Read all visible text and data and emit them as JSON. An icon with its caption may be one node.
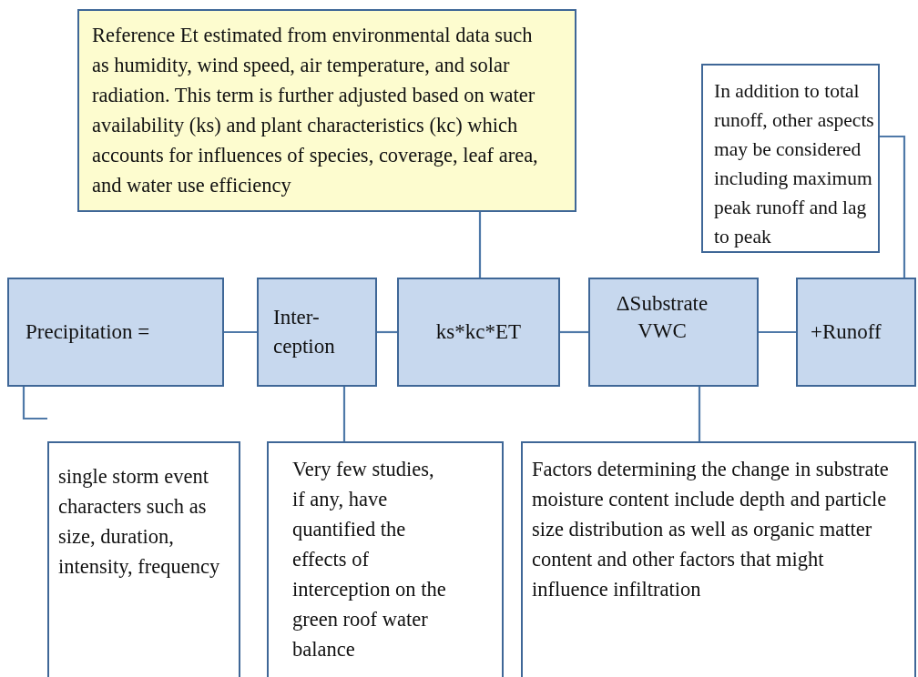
{
  "diagram": {
    "nodes": [
      {
        "text": [
          "Reference Et estimated from environmental data such as humidity, wind speed, air temperature, and solar radiation. This term is further adjusted based on water availability (ks) and plant characteristics (kc) which accounts for influences of species, coverage, leaf area, and water use efficiency"
        ]
      },
      {
        "text": [
          "In addition to total runoff, other aspects may be considered including maximum peak runoff and lag to peak"
        ]
      },
      {
        "text": [
          "Precipitation ="
        ]
      },
      {
        "text": [
          "Inter- ception"
        ]
      },
      {
        "text": [
          "ks*kc*ET"
        ]
      },
      {
        "text": [
          "ΔSubstrate VWC"
        ]
      },
      {
        "text": [
          "+Runoff"
        ]
      },
      {
        "text": [
          "single storm event characters such as size, duration, intensity, frequency"
        ]
      },
      {
        "text": [
          "Very few studies, if any, have quantified the effects of interception on the green roof water balance"
        ]
      },
      {
        "text": [
          "Factors determining the change in substrate moisture content include depth and particle size distribution as well as organic matter content and other factors that might influence infiltration"
        ]
      }
    ],
    "edges": [
      {
        "from": 2,
        "to": 3,
        "arrow": "none"
      },
      {
        "from": 3,
        "to": 4,
        "arrow": "none"
      },
      {
        "from": 4,
        "to": 5,
        "arrow": "none"
      },
      {
        "from": 5,
        "to": 6,
        "arrow": "none"
      },
      {
        "from": 0,
        "to": 4,
        "arrow": "none"
      },
      {
        "from": 1,
        "to": 6,
        "arrow": "none"
      },
      {
        "from": 2,
        "to": 7,
        "arrow": "none"
      },
      {
        "from": 3,
        "to": 8,
        "arrow": "none"
      },
      {
        "from": 5,
        "to": 9,
        "arrow": "none"
      }
    ]
  }
}
